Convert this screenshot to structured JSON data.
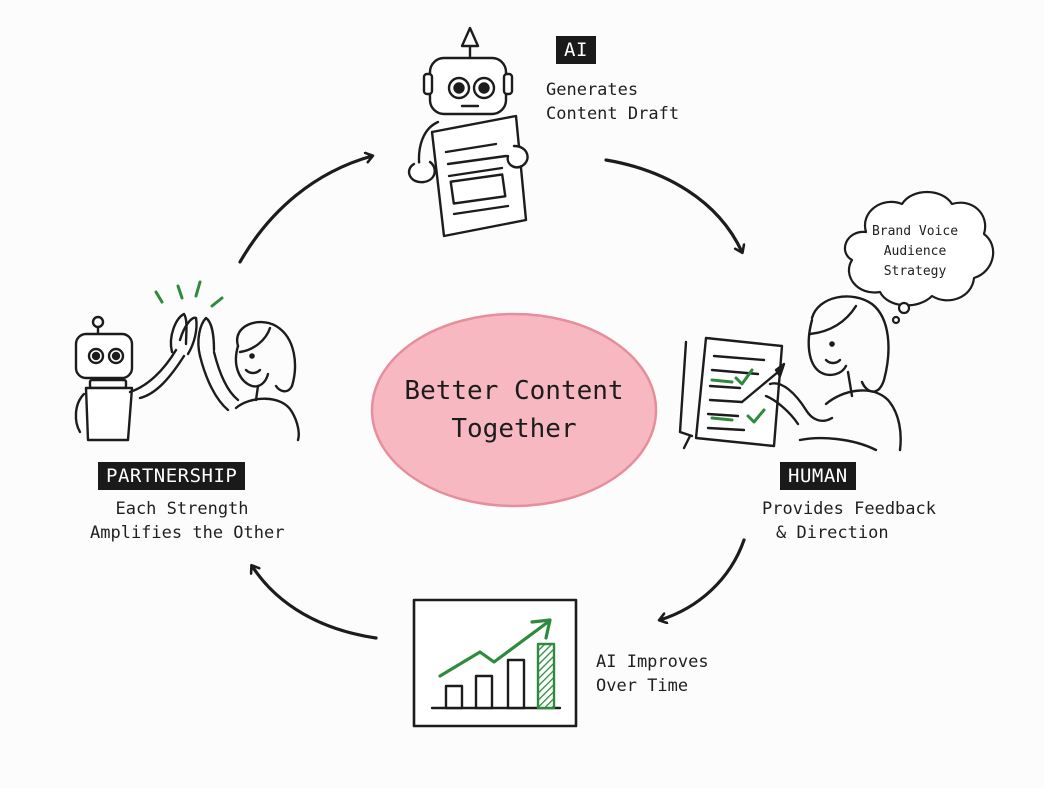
{
  "center": {
    "line1": "Better Content",
    "line2": "Together"
  },
  "steps": {
    "ai": {
      "tag": "AI",
      "line1": "Generates",
      "line2": "Content Draft"
    },
    "human": {
      "tag": "HUMAN",
      "line1": "Provides Feedback",
      "line2": "& Direction"
    },
    "improve": {
      "line1": "AI Improves",
      "line2": "Over Time"
    },
    "partnership": {
      "tag": "PARTNERSHIP",
      "line1": "Each Strength",
      "line2": "Amplifies the Other"
    }
  },
  "thought_bubble": {
    "line1": "Brand Voice",
    "line2": "Audience",
    "line3": "Strategy"
  },
  "colors": {
    "ink": "#1c1c1c",
    "center_fill": "#f8b8c2",
    "center_stroke": "#e68e9c",
    "accent_green": "#2e8b3e",
    "tag_bg": "#1a1a1a"
  },
  "icons": [
    "robot-holding-document-icon",
    "woman-reviewing-tablet-icon",
    "growth-bar-chart-icon",
    "robot-human-high-five-icon",
    "thought-bubble-icon"
  ]
}
